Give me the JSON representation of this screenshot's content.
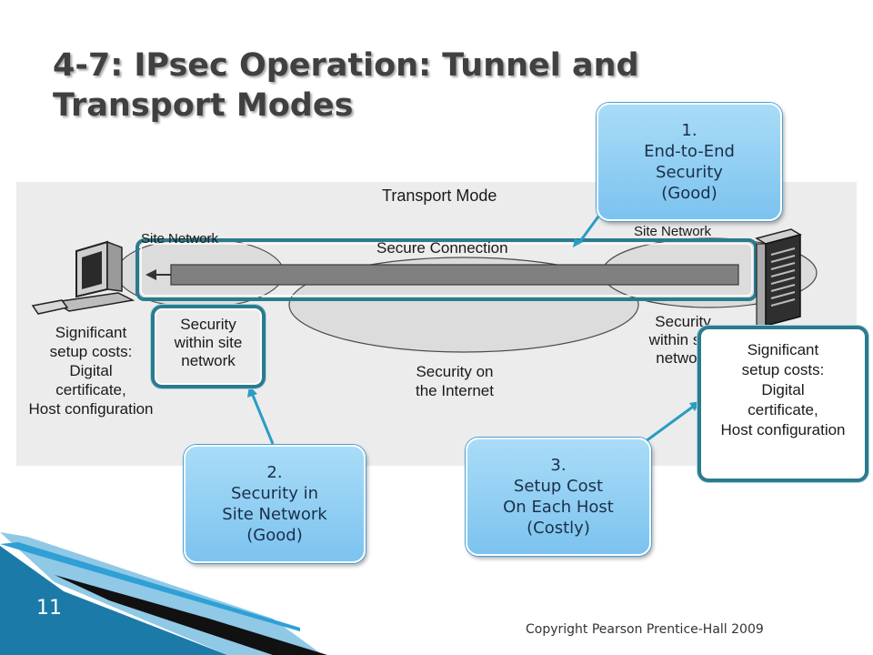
{
  "slide": {
    "title": "4-7: IPsec Operation: Tunnel and Transport Modes",
    "page_number": "11",
    "copyright": "Copyright Pearson Prentice-Hall 2009"
  },
  "figure": {
    "mode_title": "Transport Mode",
    "site_network_left": "Site Network",
    "site_network_right": "Site Network",
    "secure_connection": "Secure Connection",
    "security_site_left": [
      "Security",
      "within site",
      "network"
    ],
    "security_site_right": [
      "Security",
      "within site",
      "network"
    ],
    "security_internet": [
      "Security on",
      "the Internet"
    ],
    "setup_costs_left": [
      "Significant",
      "setup costs:",
      "Digital",
      "certificate,",
      "Host configuration"
    ],
    "setup_costs_right": [
      "Significant",
      "setup costs:",
      "Digital",
      "certificate,",
      "Host configuration"
    ]
  },
  "callouts": {
    "end_to_end": [
      "1.",
      "End-to-End",
      "Security",
      "(Good)"
    ],
    "site_network": [
      "2.",
      "Security in",
      "Site Network",
      "(Good)"
    ],
    "setup_cost": [
      "3.",
      "Setup Cost",
      "On Each Host",
      "(Costly)"
    ]
  },
  "colors": {
    "callout_fill": "#8fcdf2",
    "highlight_border": "#2b7b8f",
    "connector": "#2a9dc5",
    "secure_bar": "#808080",
    "footer_blue": "#1c7aa8"
  }
}
